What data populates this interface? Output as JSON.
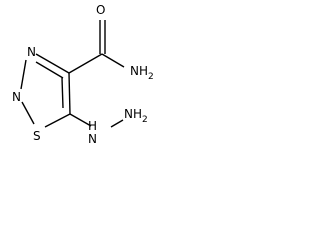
{
  "molecule": {
    "atoms": {
      "n_top": "N",
      "n_left": "N",
      "s_ring": "S",
      "o_carbonyl": "O",
      "nh2_amide": "NH",
      "nh_hydrazine": "H",
      "n_hydrazine": "N",
      "nh2_hydrazine": "NH"
    },
    "subscripts": {
      "amide": "2",
      "hydrazine": "2"
    }
  }
}
